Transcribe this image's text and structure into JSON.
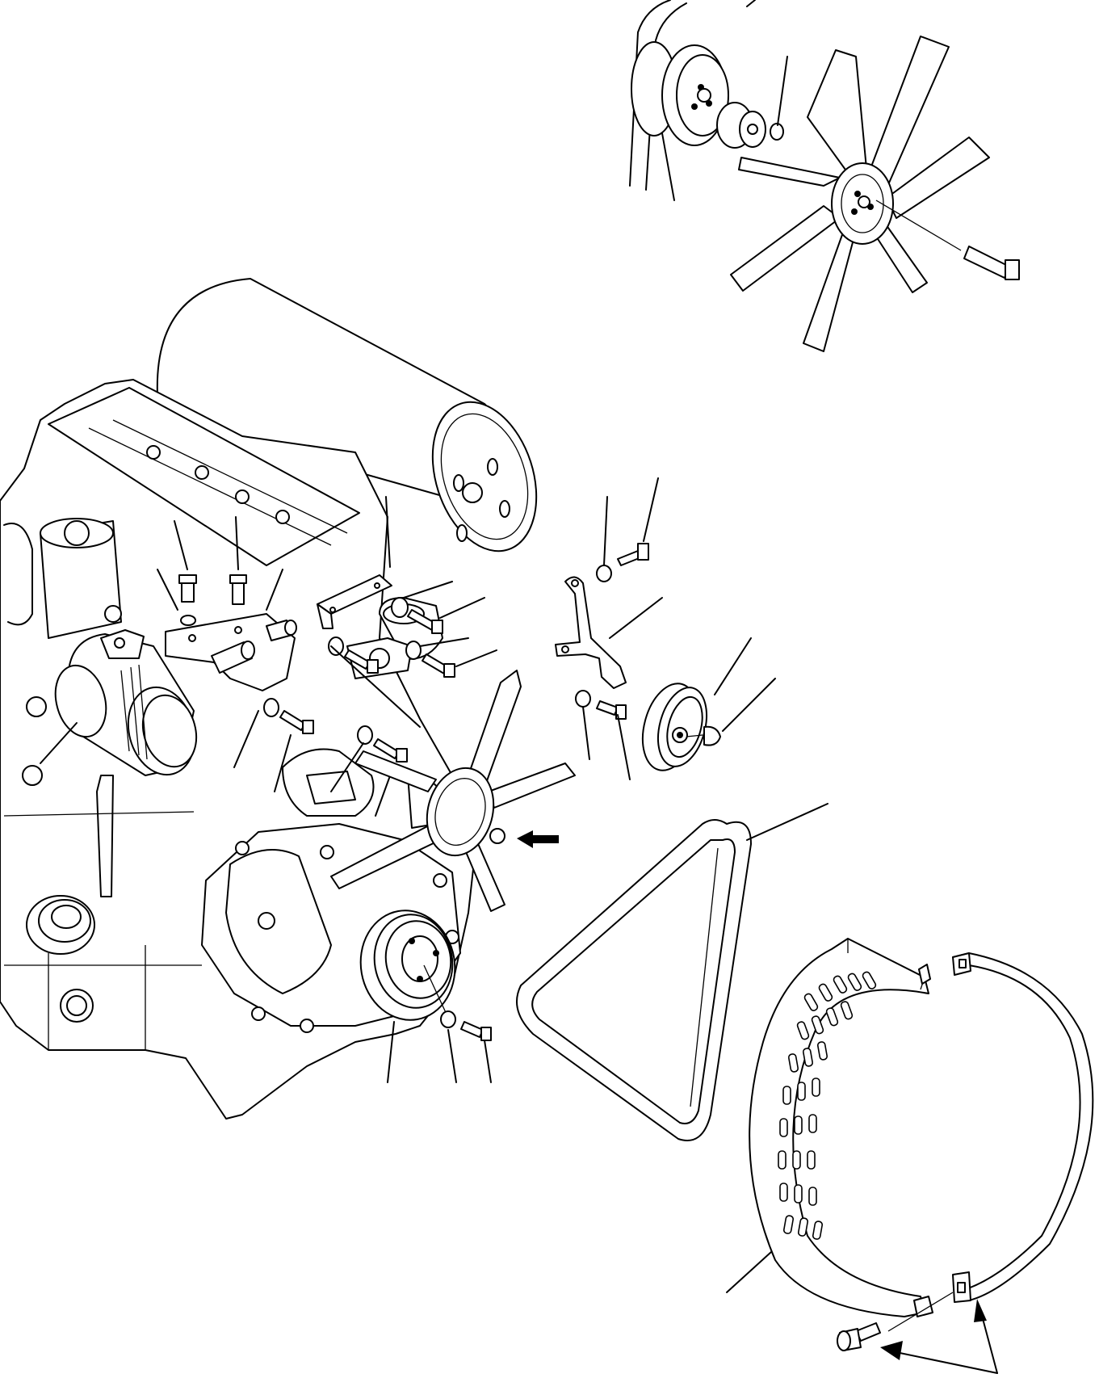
{
  "figure": {
    "description_visible_text": "",
    "background": "#ffffff",
    "ink": "#000000"
  },
  "components": [
    "fan-assembly-detail",
    "engine-block",
    "air-cleaner",
    "ac-compressor",
    "compressor-bracket",
    "idler-bracket",
    "idler-pulley",
    "crankshaft-pulley",
    "fan",
    "v-belt",
    "fan-guard",
    "guard-band",
    "guard-bolt",
    "direction-arrows"
  ]
}
